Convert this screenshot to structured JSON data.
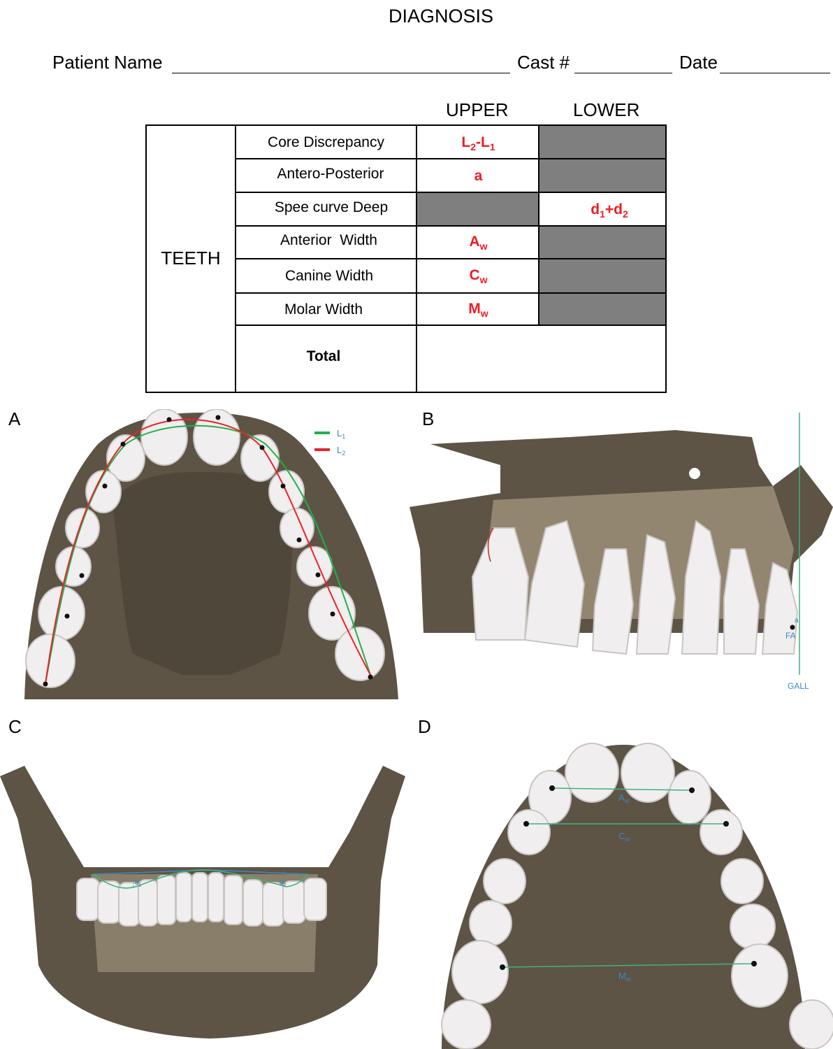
{
  "title": "DIAGNOSIS",
  "header": {
    "patient_name_label": "Patient Name",
    "cast_label": "Cast #",
    "date_label": "Date"
  },
  "table": {
    "col_upper": "UPPER",
    "col_lower": "LOWER",
    "group_label": "TEETH",
    "rows": [
      {
        "label": "Core Discrepancy",
        "upper": "L2-L1",
        "lower": ""
      },
      {
        "label": "Antero-Posterior",
        "upper": "a",
        "lower": ""
      },
      {
        "label": "Spee curve Deep",
        "upper": "",
        "lower": "d1+d2"
      },
      {
        "label": "Anterior  Width",
        "upper": "Aw",
        "lower": ""
      },
      {
        "label": "Canine Width",
        "upper": "Cw",
        "lower": ""
      },
      {
        "label": "Molar Width",
        "upper": "Mw",
        "lower": ""
      }
    ],
    "total_label": "Total",
    "value_color": "#ee1c25",
    "shade_color": "#7f7f7f"
  },
  "panels": {
    "A": {
      "letter": "A",
      "legend": [
        {
          "name": "L1",
          "color": "#22b04c"
        },
        {
          "name": "L2",
          "color": "#e8232a"
        }
      ]
    },
    "B": {
      "letter": "B",
      "point_label": "a",
      "fa_label": "FA",
      "line_label": "GALL"
    },
    "C": {
      "letter": "C",
      "d1_label": "d1",
      "d2_label": "d2"
    },
    "D": {
      "letter": "D",
      "aw_label": "Aw",
      "cw_label": "Cw",
      "mw_label": "Mw"
    }
  },
  "colors": {
    "bone": "#5d5445",
    "bone_light": "#8a7f6c",
    "tooth": "#f0eeee",
    "tooth_edge": "#c9c5c3",
    "annotation_blue": "#3a87c8",
    "measure_green": "#3fb27f"
  }
}
